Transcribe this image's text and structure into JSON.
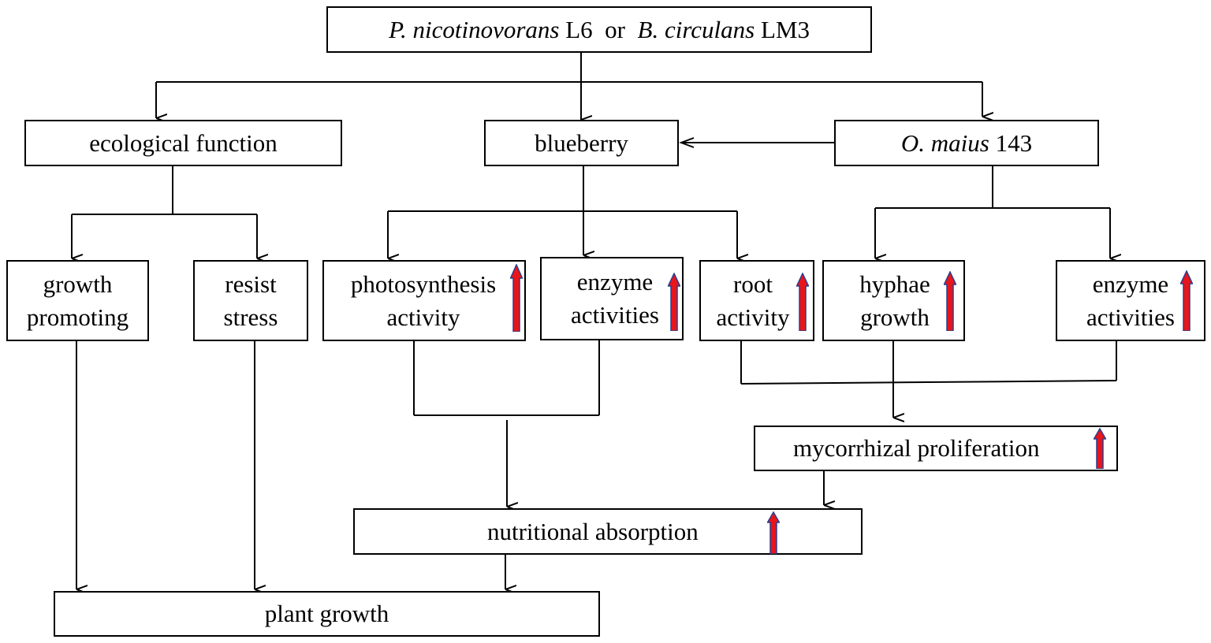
{
  "nodes": {
    "source": {
      "italic_a": "P. nicotinovorans",
      "text_a": "L6  or ",
      "italic_b": "B. circulans",
      "text_b": "LM3"
    },
    "ecological": "ecological function",
    "blueberry": "blueberry",
    "omaius": {
      "italic": "O. maius",
      "text": "143"
    },
    "growth_promoting": [
      "growth",
      "promoting"
    ],
    "resist_stress": [
      "resist",
      "stress"
    ],
    "photosynthesis": [
      "photosynthesis",
      "activity"
    ],
    "enzyme_blueberry": [
      "enzyme",
      "activities"
    ],
    "root": [
      "root",
      "activity"
    ],
    "hyphae": [
      "hyphae",
      "growth"
    ],
    "enzyme_omaius": [
      "enzyme",
      "activities"
    ],
    "mycorrhizal": "mycorrhizal proliferation",
    "nutritional": "nutritional absorption",
    "plant_growth": "plant growth"
  },
  "increase_indicator": {
    "meaning": "increase",
    "fill_color": "#e8151b",
    "outline_color": "#2b3f8f",
    "icon": "up-arrow-icon"
  }
}
